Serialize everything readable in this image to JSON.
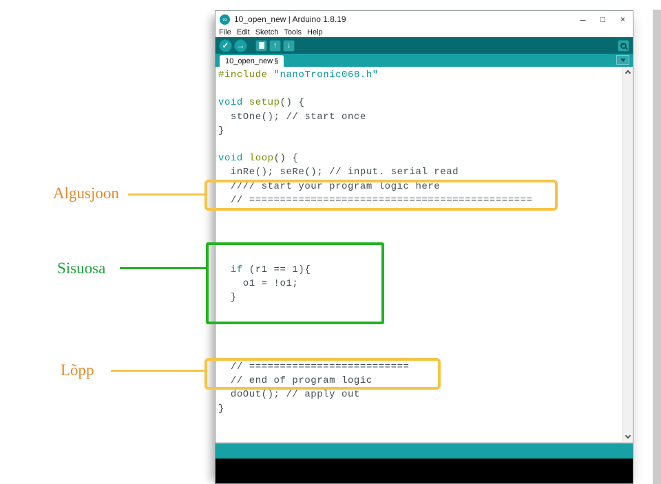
{
  "titlebar": {
    "icon_glyph": "∞",
    "title": "10_open_new | Arduino 1.8.19",
    "minimize": "–",
    "maximize": "□",
    "close": "×"
  },
  "menubar": {
    "items": [
      "File",
      "Edit",
      "Sketch",
      "Tools",
      "Help"
    ]
  },
  "toolbar": {
    "verify_glyph": "✓",
    "upload_glyph": "→",
    "open_glyph": "↑",
    "save_glyph": "↓",
    "icons": [
      "verify-icon",
      "upload-icon",
      "new-document-icon",
      "open-icon",
      "save-icon",
      "serial-monitor-magnifier-icon"
    ]
  },
  "tabbar": {
    "tab_label": "10_open_new",
    "modified_symbol": "§"
  },
  "editor": {
    "token_colors": {
      "kw": "#00979C",
      "fn": "#728E00",
      "prep": "#728E00",
      "str": "#00979C",
      "cm": "#434f54",
      "pl": "#434f54"
    },
    "lines": [
      [
        [
          "prep",
          "#include"
        ],
        [
          "pl",
          " "
        ],
        [
          "str",
          "\"nanoTronic068.h\""
        ]
      ],
      [],
      [
        [
          "kw",
          "void"
        ],
        [
          "pl",
          " "
        ],
        [
          "fn",
          "setup"
        ],
        [
          "pl",
          "() {"
        ]
      ],
      [
        [
          "pl",
          "  stOne(); "
        ],
        [
          "cm",
          "// start once"
        ]
      ],
      [
        [
          "pl",
          "}"
        ]
      ],
      [],
      [
        [
          "kw",
          "void"
        ],
        [
          "pl",
          " "
        ],
        [
          "fn",
          "loop"
        ],
        [
          "pl",
          "() {"
        ]
      ],
      [
        [
          "pl",
          "  inRe(); seRe(); "
        ],
        [
          "cm",
          "// input. serial read"
        ]
      ],
      [
        [
          "cm",
          "  //// start your program logic here"
        ]
      ],
      [
        [
          "cm",
          "  // =============================================="
        ]
      ],
      [],
      [],
      [],
      [],
      [
        [
          "pl",
          "  "
        ],
        [
          "kw",
          "if"
        ],
        [
          "pl",
          " (r1 == 1){"
        ]
      ],
      [
        [
          "pl",
          "    o1 = !o1;"
        ]
      ],
      [
        [
          "pl",
          "  }"
        ]
      ],
      [],
      [],
      [],
      [],
      [
        [
          "cm",
          "  // =========================="
        ]
      ],
      [
        [
          "cm",
          "  // end of program logic"
        ]
      ],
      [
        [
          "pl",
          "  doOut(); "
        ],
        [
          "cm",
          "// apply out"
        ]
      ],
      [
        [
          "pl",
          "}"
        ]
      ]
    ]
  },
  "annotations": {
    "algusjoon": {
      "label": "Algusjoon",
      "text_color": "#e0892a",
      "line_color": "#f6c445"
    },
    "sisuosa": {
      "label": "Sisuosa",
      "text_color": "#1ea43b",
      "line_color": "#21b321"
    },
    "lopp": {
      "label": "Lõpp",
      "text_color": "#e0892a",
      "line_color": "#f6c445"
    }
  },
  "colors": {
    "toolbar_bg": "#066a6e",
    "tabbar_bg": "#17a1a5",
    "statusbar_bg": "#17a1a5",
    "console_bg": "#000000",
    "keyword_teal": "#00979C",
    "function_olive": "#728E00"
  }
}
